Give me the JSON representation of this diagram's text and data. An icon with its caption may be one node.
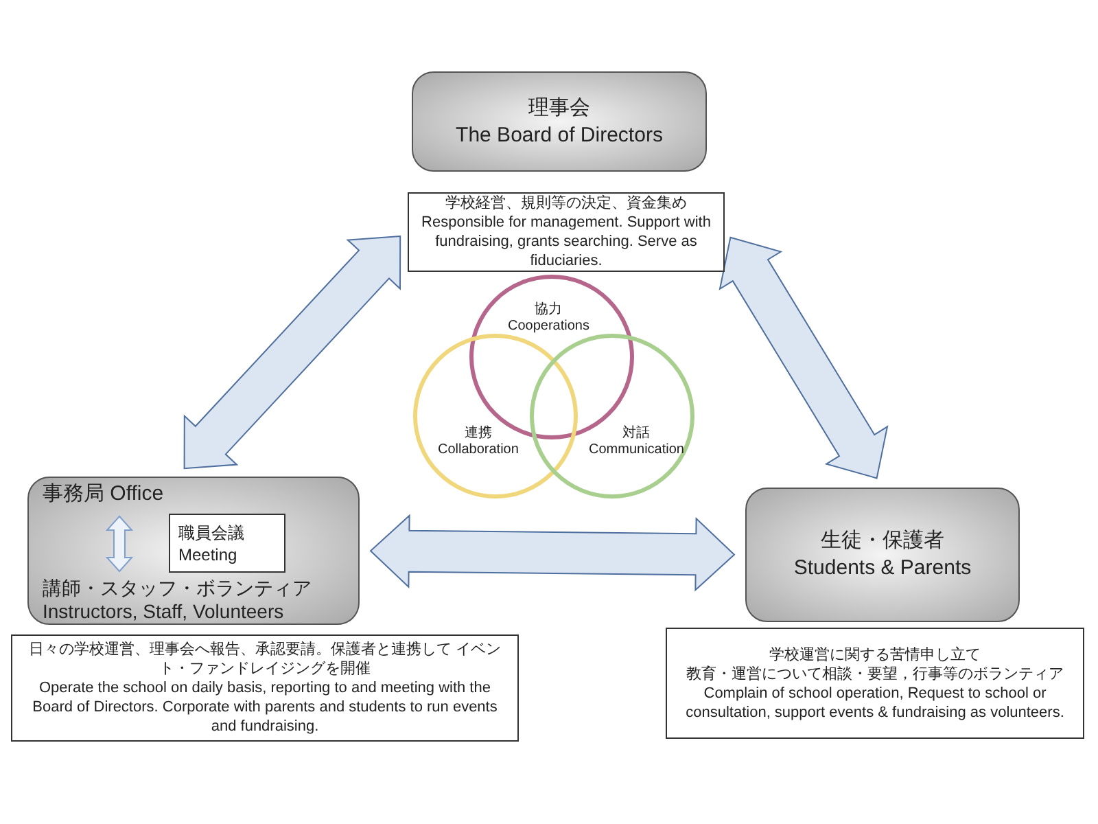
{
  "diagram": {
    "nodes": [
      {
        "text": [
          "理事会",
          "The Board of Directors"
        ]
      },
      {
        "text": [
          "学校経営、規則等の決定、資金集め",
          "Responsible for management. Support with fundraising, grants searching. Serve as fiduciaries."
        ]
      },
      {
        "text": [
          "事務局 Office",
          "講師・スタッフ・ボランティア Instructors, Staff, Volunteers"
        ]
      },
      {
        "text": [
          "職員会議",
          "Meeting"
        ],
        "in": 2
      },
      {
        "text": [
          "日々の学校運営、理事会へ報告、承認要請。保護者と連携して イベント・ファンドレイジングを開催",
          "Operate the school on daily basis, reporting to and meeting with the Board of Directors. Corporate with parents and students to run events and fundraising."
        ]
      },
      {
        "text": [
          "生徒・保護者",
          "Students & Parents"
        ]
      },
      {
        "text": [
          "学校運営に関する苦情申し立て",
          "教育・運営について相談・要望，行事等のボランティア",
          "Complain of school operation, Request to school or consultation, support events & fundraising as volunteers."
        ]
      },
      {
        "text": [
          "協力",
          "Cooperations"
        ]
      },
      {
        "text": [
          "連携",
          "Collaboration"
        ]
      },
      {
        "text": [
          "対話",
          "Communication"
        ]
      }
    ],
    "edges": [
      {
        "from": 1,
        "to": 2,
        "arrow": "both"
      },
      {
        "from": 1,
        "to": 5,
        "arrow": "both"
      },
      {
        "from": 2,
        "to": 5,
        "arrow": "both"
      }
    ]
  }
}
